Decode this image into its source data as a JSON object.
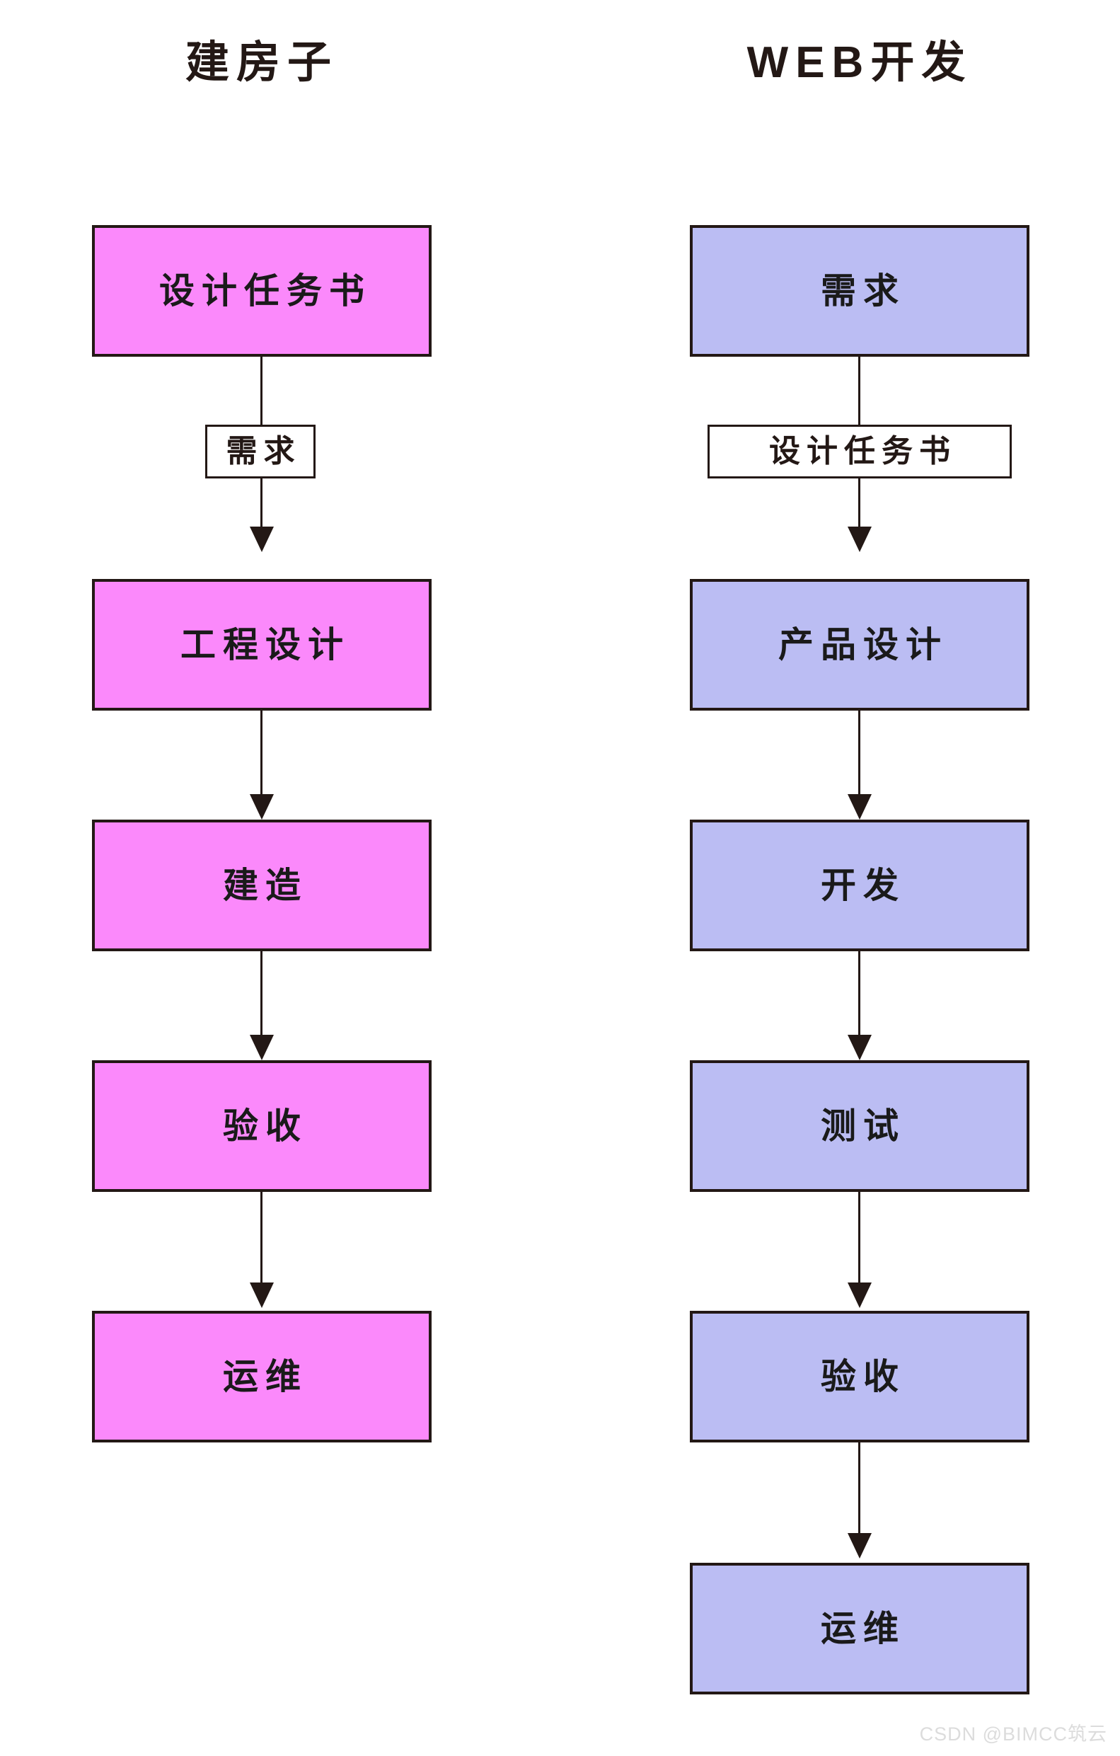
{
  "diagram": {
    "watermark": "CSDN @BIMCC筑云",
    "colors": {
      "house_fill": "#fb89fb",
      "web_fill": "#bbbdf3",
      "stroke": "#231815",
      "label_fill": "#ffffff",
      "background": "#ffffff",
      "watermark": "#dcdcdc"
    },
    "columns": [
      {
        "id": "house",
        "title": "建房子",
        "nodes": [
          {
            "label": "设计任务书"
          },
          {
            "label": "工程设计"
          },
          {
            "label": "建造"
          },
          {
            "label": "验收"
          },
          {
            "label": "运维"
          }
        ],
        "edges": [
          {
            "from": "设计任务书",
            "to": "工程设计",
            "label": "需求"
          },
          {
            "from": "工程设计",
            "to": "建造",
            "label": ""
          },
          {
            "from": "建造",
            "to": "验收",
            "label": ""
          },
          {
            "from": "验收",
            "to": "运维",
            "label": ""
          }
        ]
      },
      {
        "id": "web",
        "title": "WEB开发",
        "nodes": [
          {
            "label": "需求"
          },
          {
            "label": "产品设计"
          },
          {
            "label": "开发"
          },
          {
            "label": "测试"
          },
          {
            "label": "验收"
          },
          {
            "label": "运维"
          }
        ],
        "edges": [
          {
            "from": "需求",
            "to": "产品设计",
            "label": "设计任务书"
          },
          {
            "from": "产品设计",
            "to": "开发",
            "label": ""
          },
          {
            "from": "开发",
            "to": "测试",
            "label": ""
          },
          {
            "from": "测试",
            "to": "验收",
            "label": ""
          },
          {
            "from": "验收",
            "to": "运维",
            "label": ""
          }
        ]
      }
    ]
  }
}
